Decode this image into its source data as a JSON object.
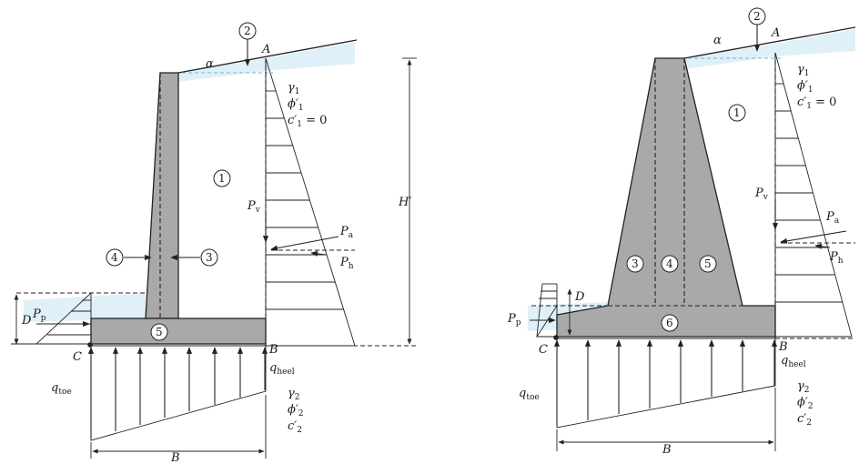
{
  "figure": {
    "left": {
      "labels": {
        "A": "A",
        "B": "B",
        "C": "C",
        "alpha": "α",
        "H_prime": "H′",
        "D": "D",
        "B_width": "B",
        "Pa": "P",
        "Pa_sub": "a",
        "Pv": "P",
        "Pv_sub": "v",
        "Ph": "P",
        "Ph_sub": "h",
        "Pp": "P",
        "Pp_sub": "p",
        "q_toe": "q",
        "q_toe_sub": "toe",
        "q_heel": "q",
        "q_heel_sub": "heel",
        "gamma1": "γ",
        "gamma1_sub": "1",
        "phi1": "ϕ′",
        "phi1_sub": "1",
        "c1": "c′",
        "c1_sub": "1",
        "c1_eq": " = 0",
        "gamma2": "γ",
        "gamma2_sub": "2",
        "phi2": "ϕ′",
        "phi2_sub": "2",
        "c2": "c′",
        "c2_sub": "2"
      },
      "regions": [
        "1",
        "2",
        "3",
        "4",
        "5"
      ]
    },
    "right": {
      "labels": {
        "A": "A",
        "B": "B",
        "C": "C",
        "alpha": "α",
        "D": "D",
        "B_width": "B",
        "Pa": "P",
        "Pa_sub": "a",
        "Pv": "P",
        "Pv_sub": "v",
        "Ph": "P",
        "Ph_sub": "h",
        "Pp": "P",
        "Pp_sub": "p",
        "q_toe": "q",
        "q_toe_sub": "toe",
        "q_heel": "q",
        "q_heel_sub": "heel",
        "gamma1": "γ",
        "gamma1_sub": "1",
        "phi1": "ϕ′",
        "phi1_sub": "1",
        "c1": "c′",
        "c1_sub": "1",
        "c1_eq": " = 0",
        "gamma2": "γ",
        "gamma2_sub": "2",
        "phi2": "ϕ′",
        "phi2_sub": "2",
        "c2": "c′",
        "c2_sub": "2"
      },
      "regions": [
        "1",
        "2",
        "3",
        "4",
        "5",
        "6"
      ]
    }
  }
}
